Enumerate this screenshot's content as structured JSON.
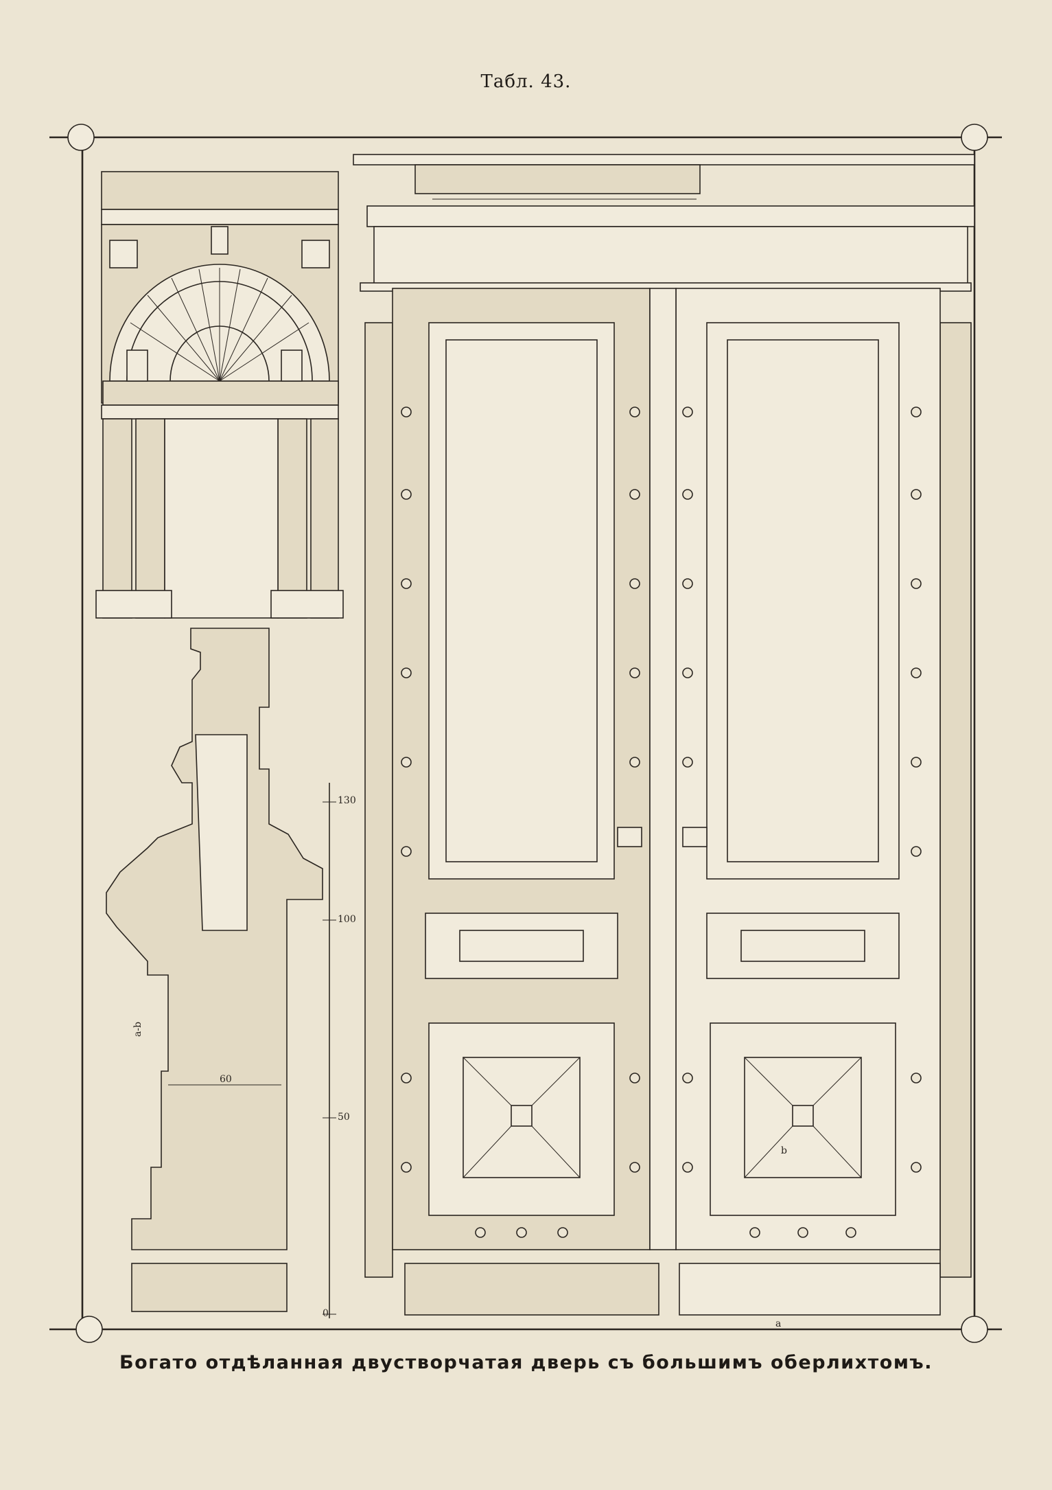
{
  "plate": {
    "title": "Табл. 43.",
    "caption": "Богато отдѣланная двустворчатая дверь съ большимъ оберлихтомъ."
  },
  "section_dims": {
    "mark_130": "130",
    "mark_100": "100",
    "mark_50": "50",
    "mark_0": "0",
    "width_60": "60",
    "section_ref": "a-b"
  },
  "door_labels": {
    "a": "a",
    "b": "b"
  }
}
